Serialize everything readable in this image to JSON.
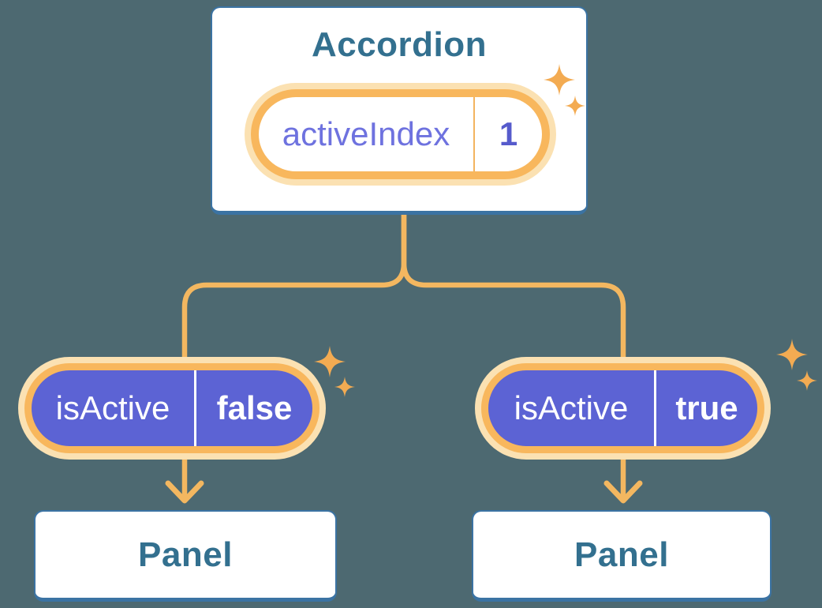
{
  "diagram": {
    "root": {
      "title": "Accordion",
      "state": {
        "label": "activeIndex",
        "value": "1"
      }
    },
    "children": [
      {
        "prop": {
          "label": "isActive",
          "value": "false"
        },
        "node": {
          "title": "Panel"
        }
      },
      {
        "prop": {
          "label": "isActive",
          "value": "true"
        },
        "node": {
          "title": "Panel"
        }
      }
    ]
  },
  "icons": {
    "sparkle": "sparkle-icon",
    "arrow": "arrow-down-icon"
  },
  "colors": {
    "bg": "#4D6971",
    "node-border": "#3B73A3",
    "node-text": "#33708F",
    "ring": "#F8B75D",
    "halo": "#FBE1B2",
    "connector": "#F3B760",
    "sparkle": "#F3AB52",
    "prop-fill": "#5C63D4",
    "prop-text": "#FFFFFF",
    "state-label": "#6E72DF",
    "state-value": "#565BCC",
    "state-divider": "#F3B45F"
  }
}
